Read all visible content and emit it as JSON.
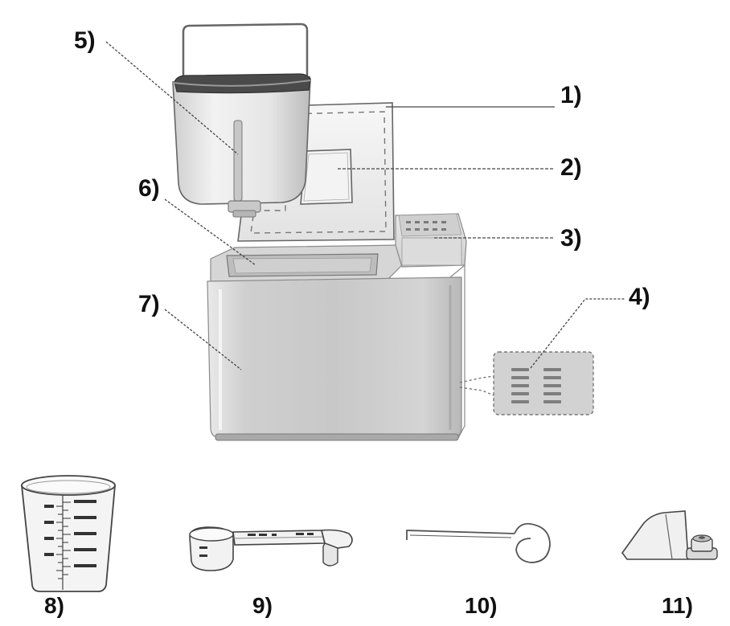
{
  "labels": {
    "l1": "1)",
    "l2": "2)",
    "l3": "3)",
    "l4": "4)",
    "l5": "5)",
    "l6": "6)",
    "l7": "7)",
    "l8": "8)",
    "l9": "9)",
    "l10": "10)",
    "l11": "11)"
  },
  "colors": {
    "outline": "#555555",
    "steel_light": "#dcdcdc",
    "steel_mid": "#bdbdbd",
    "steel_dark": "#9a9a9a",
    "pan_inner": "#4a4a4a",
    "leader": "#444444"
  }
}
